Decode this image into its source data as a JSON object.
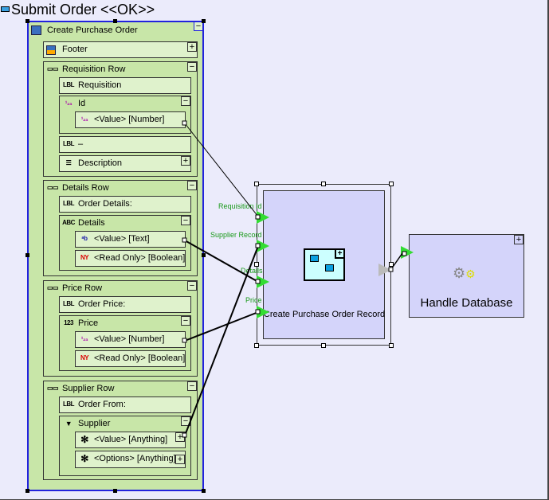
{
  "title": "Submit Order <<OK>>",
  "container": {
    "label": "Create Purchase Order",
    "toggle": "−"
  },
  "footer": {
    "label": "Footer",
    "toggle": "+"
  },
  "requisition_row": {
    "label": "Requisition Row",
    "toggle": "−",
    "label_field": "Requisition",
    "id_label": "Id",
    "id_value": "<Value> [Number]",
    "dash": "–",
    "description": "Description",
    "plus": "+",
    "minus": "−"
  },
  "details_row": {
    "label": "Details Row",
    "toggle": "−",
    "label_field": "Order Details:",
    "details_label": "Details",
    "value": "<Value> [Text]",
    "readonly": "<Read Only> [Boolean]"
  },
  "price_row": {
    "label": "Price Row",
    "toggle": "−",
    "label_field": "Order Price:",
    "price_label": "Price",
    "value": "<Value> [Number]",
    "readonly": "<Read Only> [Boolean]"
  },
  "supplier_row": {
    "label": "Supplier Row",
    "toggle": "−",
    "label_field": "Order From:",
    "supplier_label": "Supplier",
    "value": "<Value> [Anything]",
    "options": "<Options> [Anything]"
  },
  "icons": {
    "lbl": "LBL",
    "num": "¹₂₃",
    "abc": "ABC",
    "n123": "123",
    "text": "ᵃb",
    "bool": "NY",
    "any": "✻",
    "desc": "☰"
  },
  "process": {
    "label": "Create Purchase Order Record",
    "ports": [
      "Requisition Id",
      "Supplier Record",
      "Details",
      "Price"
    ]
  },
  "database": {
    "label": "Handle Database",
    "toggle": "+"
  },
  "colors": {
    "container": "#c8e6a8",
    "process": "#d4d4fa",
    "port": "#33dd33"
  }
}
